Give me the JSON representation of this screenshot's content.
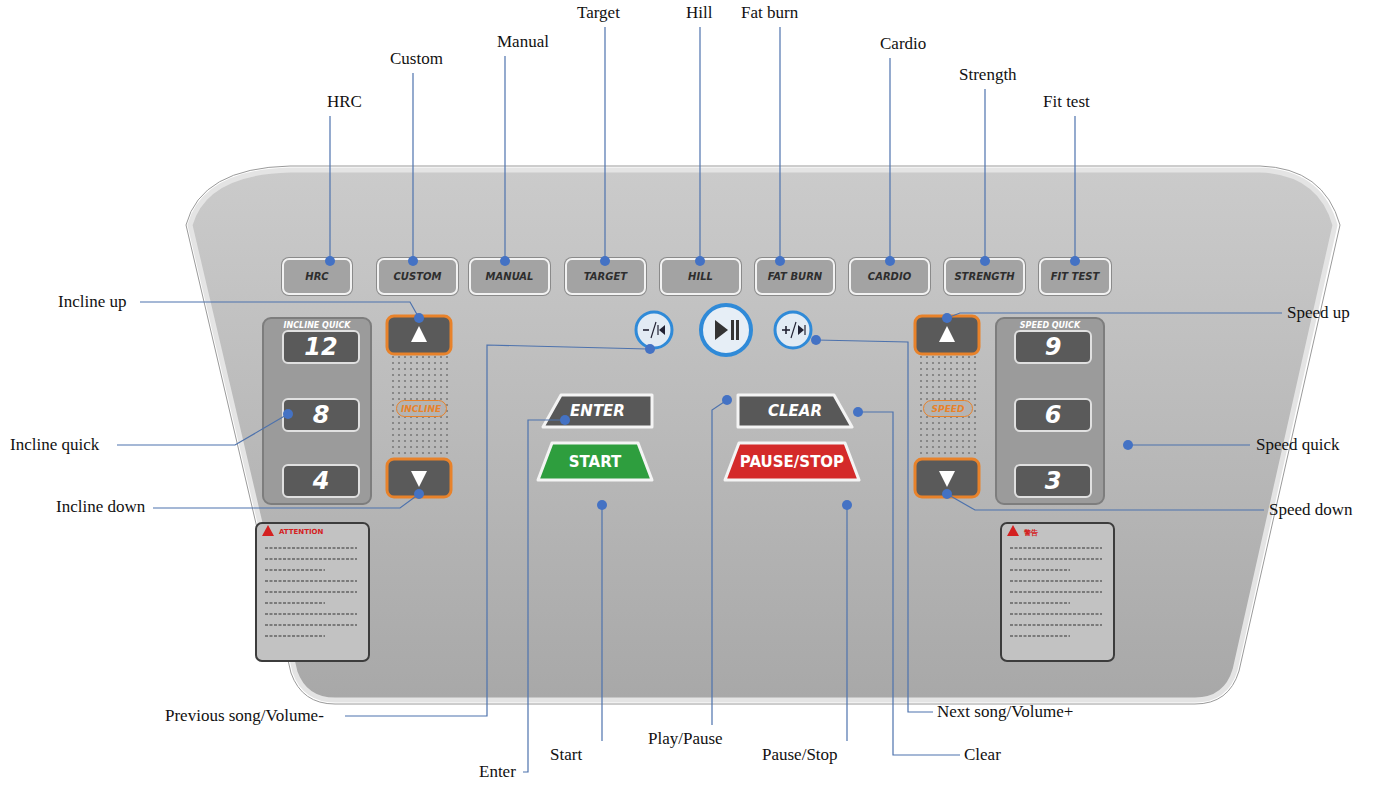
{
  "diagram": {
    "nodes": [
      {
        "text": [
          "HRC"
        ]
      },
      {
        "text": [
          "CUSTOM"
        ]
      },
      {
        "text": [
          "MANUAL"
        ]
      },
      {
        "text": [
          "TARGET"
        ]
      },
      {
        "text": [
          "HILL"
        ]
      },
      {
        "text": [
          "FAT BURN"
        ]
      },
      {
        "text": [
          "CARDIO"
        ]
      },
      {
        "text": [
          "STRENGTH"
        ]
      },
      {
        "text": [
          "FIT TEST"
        ]
      },
      {
        "text": [
          "INCLINE QUICK"
        ]
      },
      {
        "text": [
          "12"
        ],
        "in": 9
      },
      {
        "text": [
          "8"
        ],
        "in": 9
      },
      {
        "text": [
          "4"
        ],
        "in": 9
      },
      {
        "text": [
          "INCLINE"
        ]
      },
      {
        "text": [
          "ENTER"
        ]
      },
      {
        "text": [
          "CLEAR"
        ]
      },
      {
        "text": [
          "START"
        ]
      },
      {
        "text": [
          "PAUSE/STOP"
        ]
      },
      {
        "text": [
          "SPEED"
        ]
      },
      {
        "text": [
          "SPEED QUICK"
        ]
      },
      {
        "text": [
          "9"
        ],
        "in": 19
      },
      {
        "text": [
          "6"
        ],
        "in": 19
      },
      {
        "text": [
          "3"
        ],
        "in": 19
      },
      {
        "text": [
          "ATTENTION"
        ]
      },
      {
        "text": [
          "警告"
        ]
      }
    ],
    "labels": [
      "HRC",
      "Custom",
      "Manual",
      "Target",
      "Hill",
      "Fat burn",
      "Cardio",
      "Strength",
      "Fit test",
      "Incline up",
      "Incline quick",
      "Incline down",
      "Speed up",
      "Speed quick",
      "Speed down",
      "Previous song/Volume-",
      "Enter",
      "Start",
      "Play/Pause",
      "Pause/Stop",
      "Next song/Volume+",
      "Clear"
    ]
  }
}
